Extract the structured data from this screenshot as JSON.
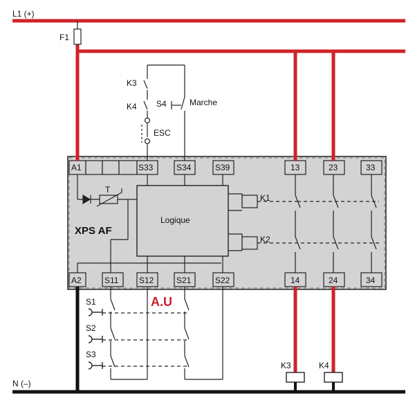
{
  "rails": {
    "l1": "L1 (+)",
    "n": "N (–)"
  },
  "fuse": "F1",
  "contacts": {
    "k3": "K3",
    "k4": "K4",
    "s4": "S4",
    "marche": "Marche",
    "esc": "ESC"
  },
  "module": {
    "name": "XPS AF",
    "logic": "Logique",
    "timer": "T",
    "k1": "K1",
    "k2": "K2"
  },
  "terminals": {
    "top": [
      "A1",
      "S33",
      "S34",
      "S39",
      "13",
      "23",
      "33"
    ],
    "bottom": [
      "A2",
      "S11",
      "S12",
      "S21",
      "S22",
      "14",
      "24",
      "34"
    ]
  },
  "estop": {
    "label": "A.U",
    "s1": "S1",
    "s2": "S2",
    "s3": "S3"
  },
  "coils": {
    "k3": "K3",
    "k4": "K4"
  },
  "colors": {
    "rail": "#d0222a",
    "module": "#d3d3d3",
    "accent": "#c8202a"
  }
}
